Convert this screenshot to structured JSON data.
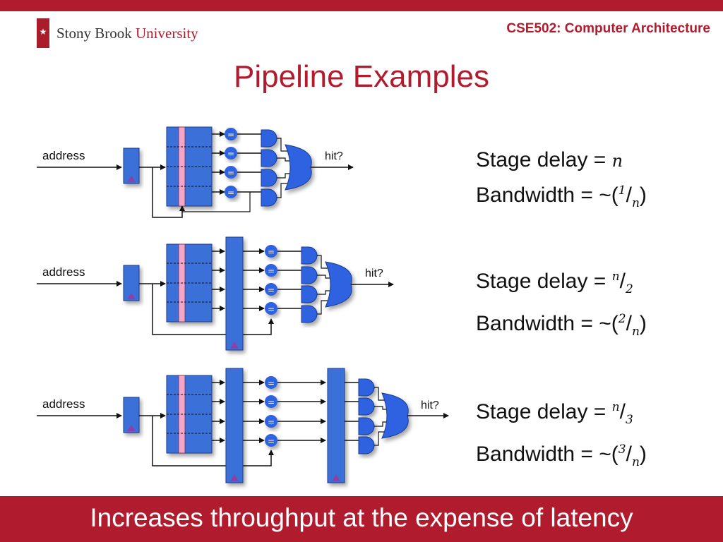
{
  "header": {
    "university_part1": "Stony Brook",
    "university_part2": "University",
    "course": "CSE502: Computer Architecture"
  },
  "title": "Pipeline Examples",
  "diagrams": [
    {
      "input_label": "address",
      "output_label": "hit?"
    },
    {
      "input_label": "address",
      "output_label": "hit?"
    },
    {
      "input_label": "address",
      "output_label": "hit?"
    }
  ],
  "metrics": [
    {
      "delay_label": "Stage delay = ",
      "delay_var": "n",
      "delay_den": "",
      "bandwidth_label": "Bandwidth = ~(",
      "bw_num": "1",
      "bw_den": "n",
      "bw_close": ")"
    },
    {
      "delay_label": "Stage delay = ",
      "delay_var": "n",
      "delay_den": "2",
      "bandwidth_label": "Bandwidth = ~(",
      "bw_num": "2",
      "bw_den": "n",
      "bw_close": ")"
    },
    {
      "delay_label": "Stage delay = ",
      "delay_var": "n",
      "delay_den": "3",
      "bandwidth_label": "Bandwidth = ~(",
      "bw_num": "3",
      "bw_den": "n",
      "bw_close": ")"
    }
  ],
  "footer": "Increases throughput at the expense of latency",
  "colors": {
    "brand_red": "#b01c2e",
    "block_blue": "#3a6fd8",
    "gate_blue": "#2f62e0",
    "pink": "#f2a6c8",
    "triangle": "#8e3fa8"
  }
}
